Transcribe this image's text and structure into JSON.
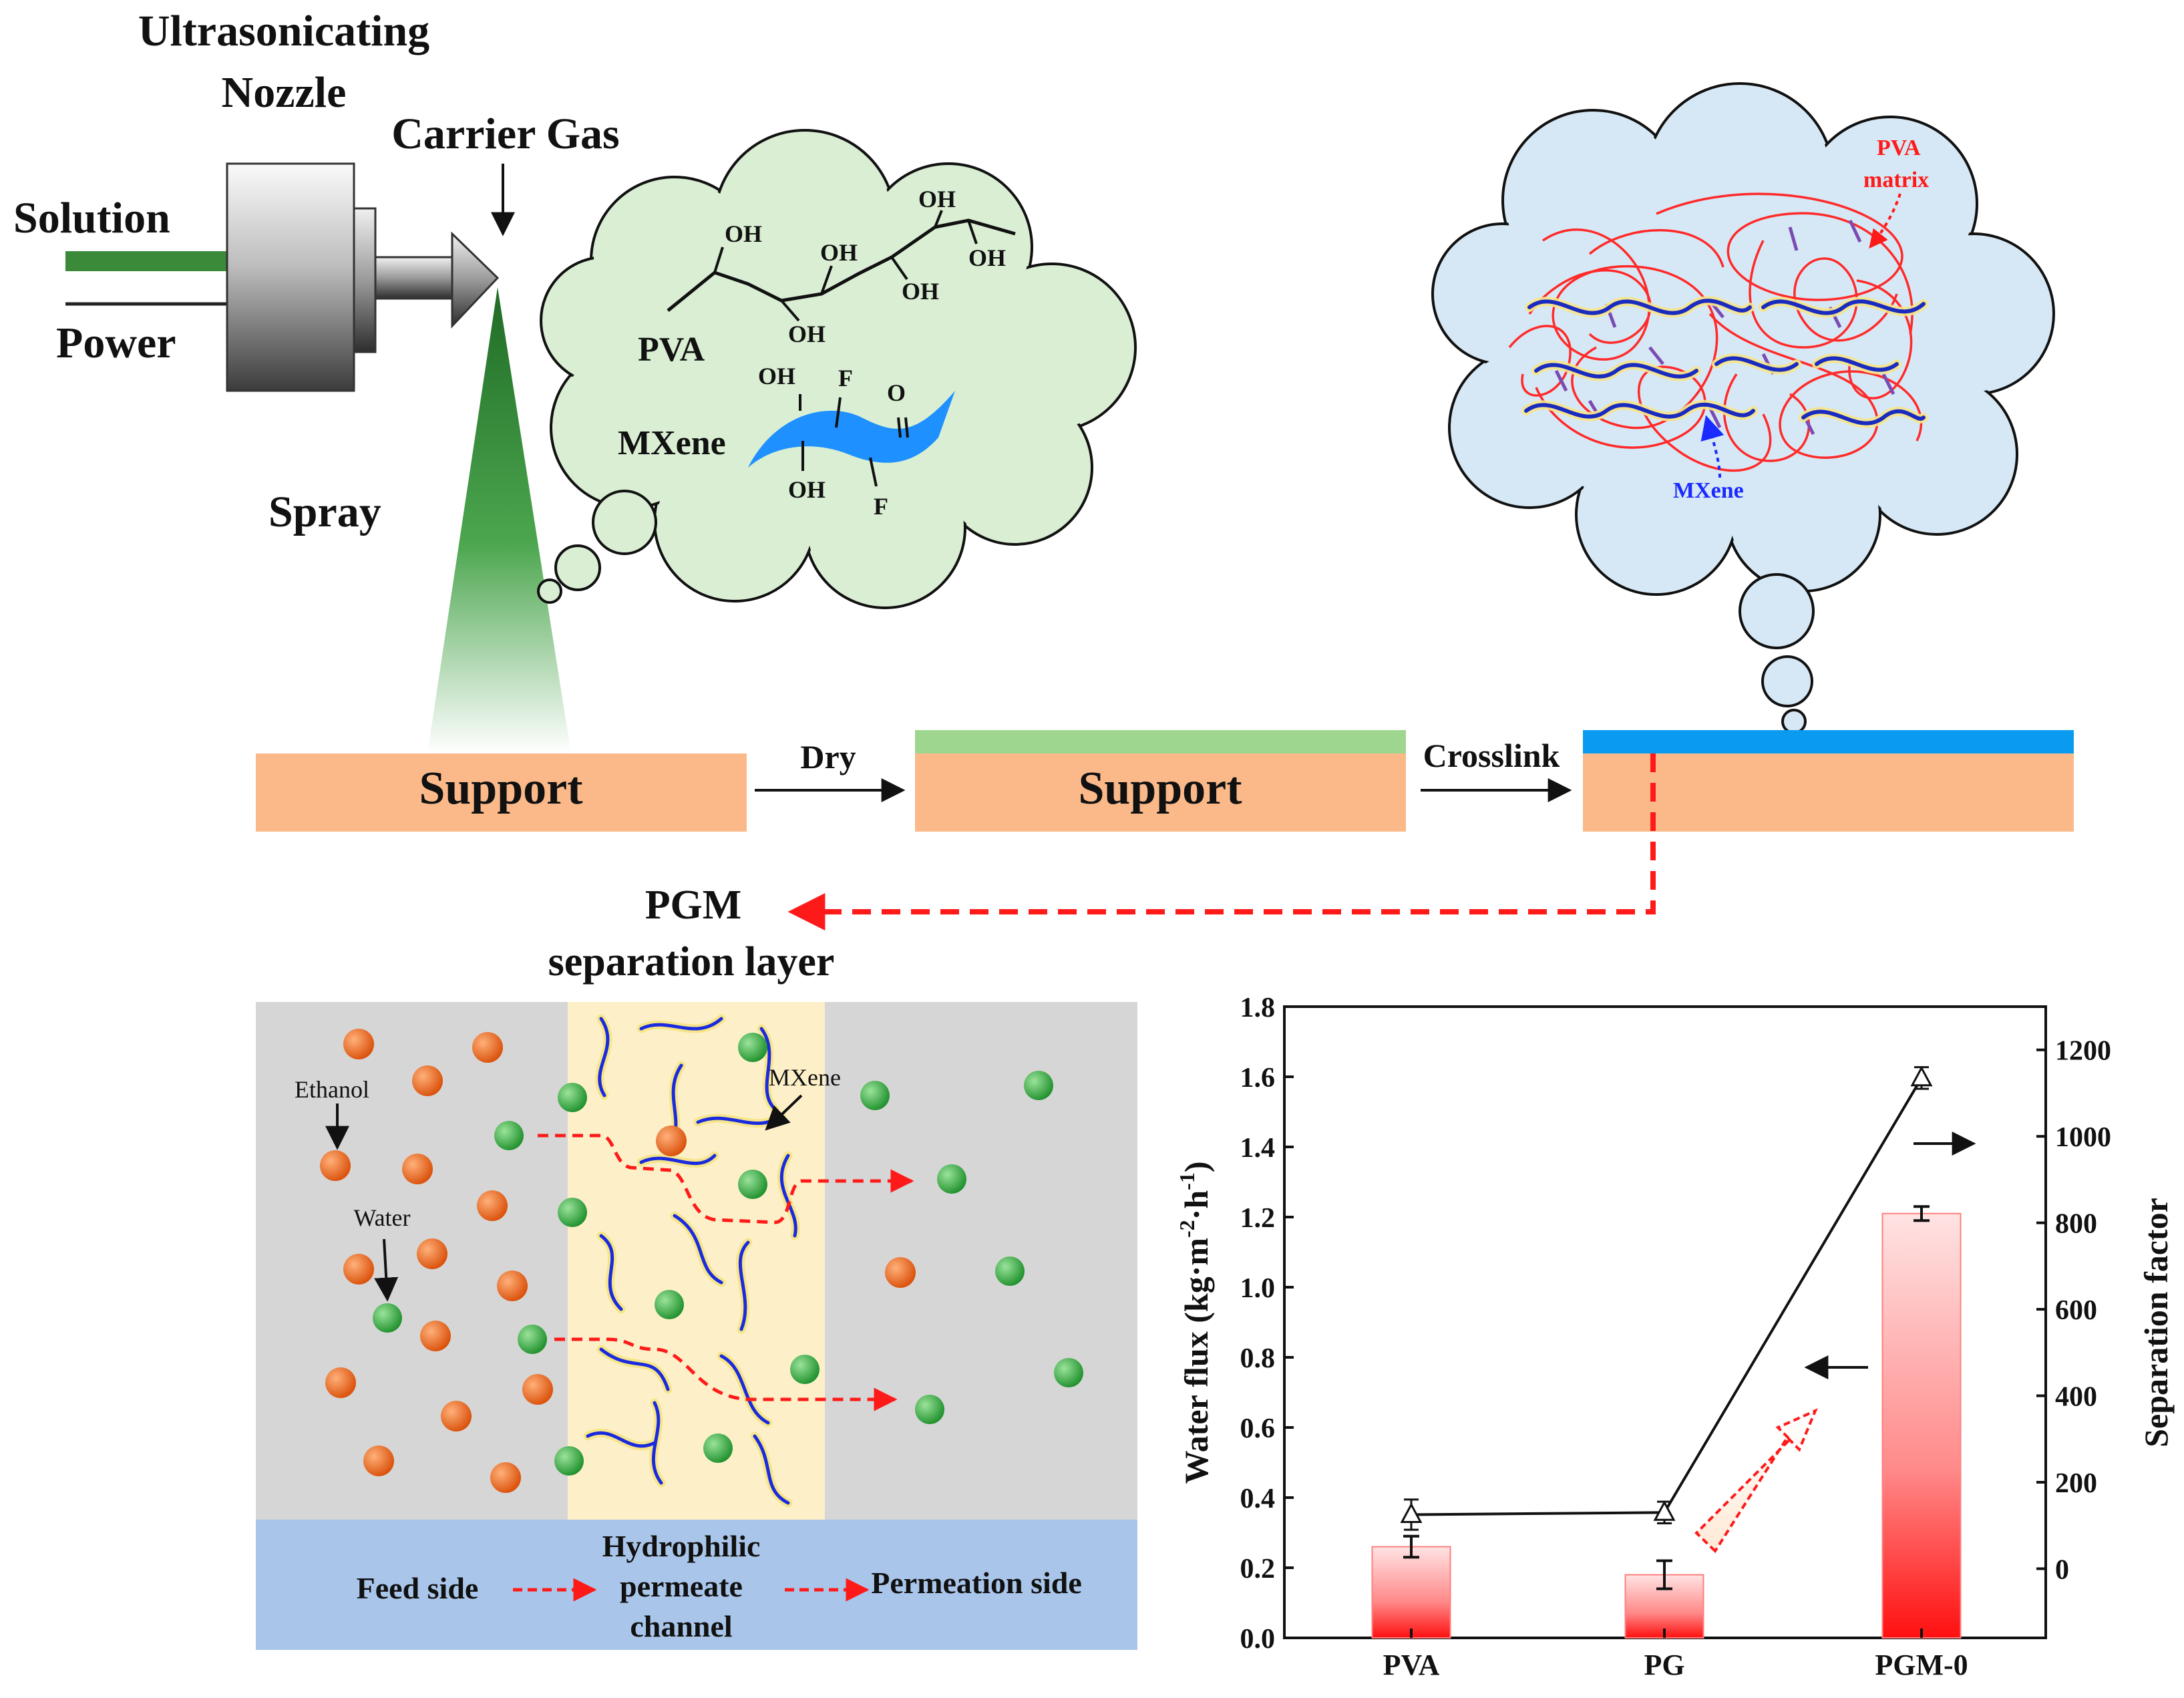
{
  "nozzle": {
    "title_line1": "Ultrasonicating",
    "title_line2": "Nozzle",
    "carrier_gas": "Carrier Gas",
    "solution": "Solution",
    "power": "Power",
    "spray": "Spray",
    "spray_color": "#2e7d32",
    "solution_color": "#3a8a3a"
  },
  "cloud_left": {
    "color": "#d9eed3",
    "pva": "PVA",
    "mxene": "MXene",
    "oh": "OH",
    "f": "F",
    "o": "O",
    "mxene_color": "#1e90ff"
  },
  "cloud_right": {
    "color": "#d6e8f5",
    "pva_matrix_line1": "PVA",
    "pva_matrix_line2": "matrix",
    "mxene": "MXene",
    "pva_chain_color": "#ff2a2a",
    "mxene_chain_color": "#1a2bbf"
  },
  "process": {
    "support1": "Support",
    "dry": "Dry",
    "support2": "Support",
    "crosslink": "Crosslink",
    "support_color": "#fbb98a",
    "pva_layer_color": "#9fd68f",
    "pgm_layer_color": "#0a9bf0"
  },
  "pgm_label": {
    "line1": "PGM",
    "line2": "separation layer"
  },
  "permeation": {
    "ethanol": "Ethanol",
    "water": "Water",
    "mxene": "MXene",
    "feed_side": "Feed side",
    "channel_line1": "Hydrophilic",
    "channel_line2": "permeate",
    "channel_line3": "channel",
    "permeation_side": "Permeation side",
    "ethanol_color": "#e8641b",
    "water_color": "#2fa33a",
    "bg_color": "#d6d6d6",
    "layer_color": "#fdf0c8",
    "bottom_band_color": "#a9c6ea"
  },
  "chart_data": {
    "type": "bar",
    "categories": [
      "PVA",
      "PG",
      "PGM-0"
    ],
    "ylabel": "Water flux (kg·m⁻²·h⁻¹)",
    "ylabel_parts": [
      "Water flux (kg·m",
      "-2",
      "·h",
      "-1",
      ")"
    ],
    "y2label": "Separation factor",
    "ylim": [
      0,
      1.8
    ],
    "y2lim": [
      -160,
      1300
    ],
    "yticks": [
      "0.0",
      "0.2",
      "0.4",
      "0.6",
      "0.8",
      "1.0",
      "1.2",
      "1.4",
      "1.6",
      "1.8"
    ],
    "y2ticks": [
      "0",
      "200",
      "400",
      "600",
      "800",
      "1000",
      "1200"
    ],
    "series": [
      {
        "kind": "bar",
        "axis": "left",
        "values": [
          0.26,
          0.18,
          1.21
        ],
        "errors": [
          0.03,
          0.04,
          0.02
        ]
      },
      {
        "kind": "line",
        "axis": "right",
        "marker": "triangle",
        "values": [
          125,
          130,
          1135
        ],
        "errors": [
          35,
          25,
          25
        ]
      }
    ],
    "bar_color_top": "#ffd6d6",
    "bar_color_bottom": "#ff1a1a"
  }
}
